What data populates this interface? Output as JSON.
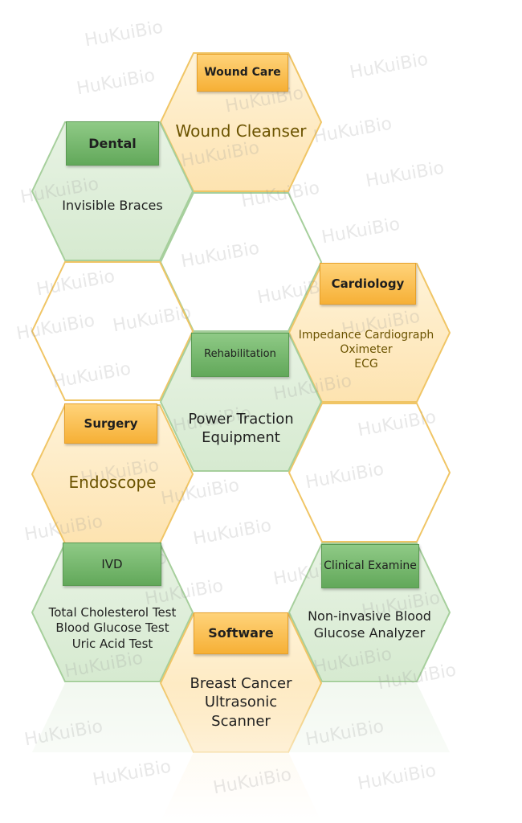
{
  "colors": {
    "green_fill": "#dfeedb",
    "green_stroke": "#a6cf9c",
    "orange_fill": "#fde9c0",
    "orange_stroke": "#f0c565",
    "text_dark": "#1f1f1f",
    "text_olive": "#6b5300"
  },
  "cells": [
    {
      "id": "wound-care",
      "tag": "Wound Care",
      "body": "Wound Cleanser",
      "theme": "orange"
    },
    {
      "id": "dental",
      "tag": "Dental",
      "body": "Invisible Braces",
      "theme": "green"
    },
    {
      "id": "cardiology",
      "tag": "Cardiology",
      "body": "Impedance Cardiograph\nOximeter\nECG",
      "theme": "orange"
    },
    {
      "id": "rehabilitation",
      "tag": "Rehabilitation",
      "body": "Power Traction\nEquipment",
      "theme": "green"
    },
    {
      "id": "surgery",
      "tag": "Surgery",
      "body": "Endoscope",
      "theme": "orange"
    },
    {
      "id": "ivd",
      "tag": "IVD",
      "body": "Total Cholesterol Test\nBlood Glucose Test\nUric Acid Test",
      "theme": "green"
    },
    {
      "id": "clinical-examine",
      "tag": "Clinical\nExamine",
      "body": "Non-invasive Blood\nGlucose Analyzer",
      "theme": "green"
    },
    {
      "id": "software",
      "tag": "Software",
      "body": "Breast Cancer\nUltrasonic\nScanner",
      "theme": "orange"
    }
  ],
  "watermark": "HuKuiBio"
}
